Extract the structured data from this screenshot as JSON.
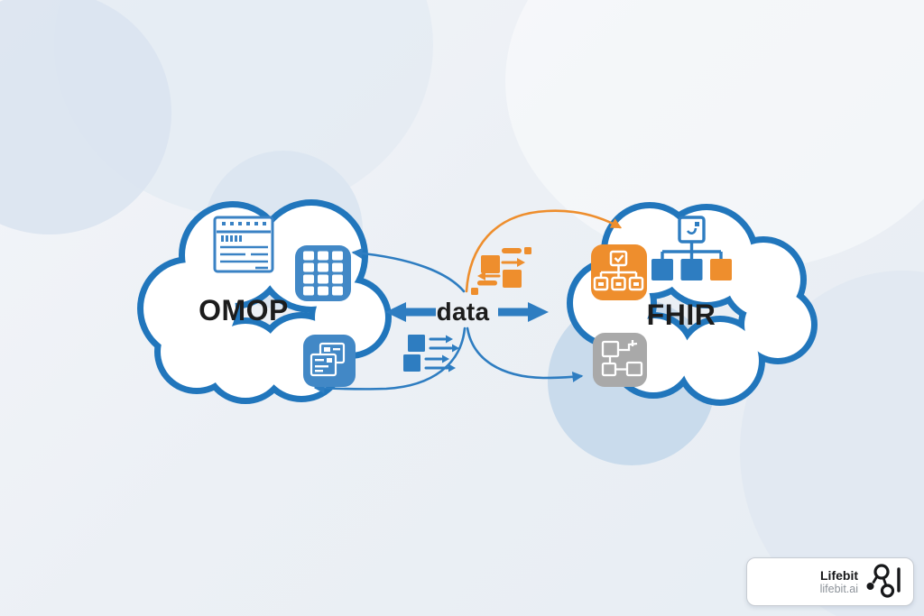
{
  "clouds": {
    "left": {
      "label": "OMOP"
    },
    "right": {
      "label": "FHIR"
    }
  },
  "center": {
    "label": "data"
  },
  "branding": {
    "name": "Lifebit",
    "domain": "lifebit.ai"
  },
  "icons": {
    "left_cloud_top": "data-table-icon",
    "left_cloud_edge_top": "grid-keypad-icon",
    "left_cloud_edge_bottom": "mapping-documents-icon",
    "right_cloud_top": "resource-tree-icon",
    "right_cloud_edge_top": "taxonomy-hierarchy-icon",
    "right_cloud_edge_bottom": "workflow-flowchart-icon",
    "center_upper": "data-exchange-orange-icon",
    "center_lower": "data-stream-blue-icon",
    "brand": "network-nodes-logo-icon"
  },
  "colors": {
    "cloud_stroke": "#2176bc",
    "line_blue": "#2e7dc1",
    "icon_blue": "#4288c6",
    "orange": "#ee8e2d",
    "gray": "#a9a9a9",
    "text_dark": "#1c1c1c",
    "muted": "#8d939a",
    "bg": "#eef1f6",
    "blob": "#d9e3f0",
    "blob_strong": "#c9dbec"
  }
}
